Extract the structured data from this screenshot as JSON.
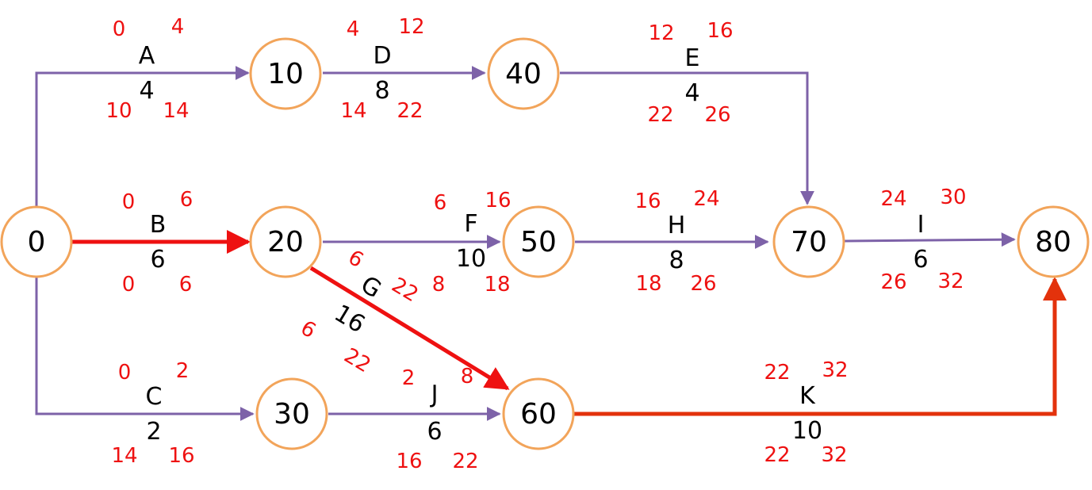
{
  "nodes": [
    {
      "id": "n0",
      "label": "0"
    },
    {
      "id": "n10",
      "label": "10"
    },
    {
      "id": "n20",
      "label": "20"
    },
    {
      "id": "n30",
      "label": "30"
    },
    {
      "id": "n40",
      "label": "40"
    },
    {
      "id": "n50",
      "label": "50"
    },
    {
      "id": "n60",
      "label": "60"
    },
    {
      "id": "n70",
      "label": "70"
    },
    {
      "id": "n80",
      "label": "80"
    }
  ],
  "activities": [
    {
      "name": "A",
      "duration": "4",
      "from": "0",
      "to": "10",
      "critical": false,
      "es": "0",
      "ef": "4",
      "ls": "10",
      "lf": "14"
    },
    {
      "name": "B",
      "duration": "6",
      "from": "0",
      "to": "20",
      "critical": true,
      "es": "0",
      "ef": "6",
      "ls": "0",
      "lf": "6"
    },
    {
      "name": "C",
      "duration": "2",
      "from": "0",
      "to": "30",
      "critical": false,
      "es": "0",
      "ef": "2",
      "ls": "14",
      "lf": "16"
    },
    {
      "name": "D",
      "duration": "8",
      "from": "10",
      "to": "40",
      "critical": false,
      "es": "4",
      "ef": "12",
      "ls": "14",
      "lf": "22"
    },
    {
      "name": "E",
      "duration": "4",
      "from": "40",
      "to": "70",
      "critical": false,
      "es": "12",
      "ef": "16",
      "ls": "22",
      "lf": "26"
    },
    {
      "name": "F",
      "duration": "10",
      "from": "20",
      "to": "50",
      "critical": false,
      "es": "6",
      "ef": "16",
      "ls": "8",
      "lf": "18"
    },
    {
      "name": "G",
      "duration": "16",
      "from": "20",
      "to": "60",
      "critical": true,
      "es": "6",
      "ef": "22",
      "ls": "6",
      "lf": "22"
    },
    {
      "name": "H",
      "duration": "8",
      "from": "50",
      "to": "70",
      "critical": false,
      "es": "16",
      "ef": "24",
      "ls": "18",
      "lf": "26"
    },
    {
      "name": "I",
      "duration": "6",
      "from": "70",
      "to": "80",
      "critical": false,
      "es": "24",
      "ef": "30",
      "ls": "26",
      "lf": "32"
    },
    {
      "name": "J",
      "duration": "6",
      "from": "30",
      "to": "60",
      "critical": false,
      "es": "2",
      "ef": "8",
      "ls": "16",
      "lf": "22"
    },
    {
      "name": "K",
      "duration": "10",
      "from": "60",
      "to": "80",
      "critical": true,
      "es": "22",
      "ef": "32",
      "ls": "22",
      "lf": "32"
    }
  ],
  "colors": {
    "normal_edge": "#7d62a8",
    "critical_edge": "#ee1111",
    "node_outline": "#f2a45a",
    "time_text": "#ee1111"
  }
}
